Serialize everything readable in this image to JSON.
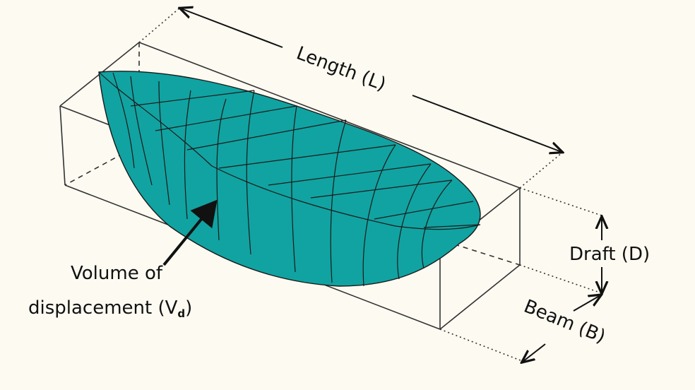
{
  "labels": {
    "length": "Length (L)",
    "draft": "Draft (D)",
    "beam": "Beam (B)",
    "volume_line1": "Volume of",
    "volume_line2": "displacement (V",
    "volume_sub": "d",
    "volume_close": ")"
  },
  "colors": {
    "background": "#fdfaf1",
    "hull": "#10a3a1",
    "lines": "#1a1a1a"
  }
}
